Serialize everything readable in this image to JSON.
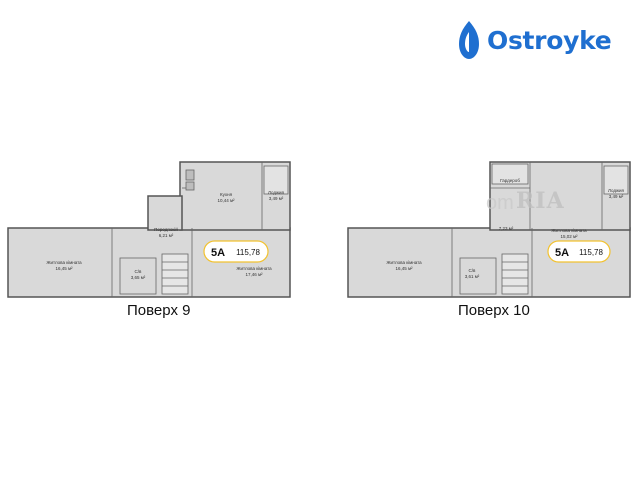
{
  "brand": {
    "name": "Ostroyke",
    "color": "#1f6fd0"
  },
  "floors": [
    {
      "caption": "Поверх 9",
      "badge": {
        "code": "5А",
        "area": "115,78"
      },
      "rooms": [
        {
          "label": "Кухня",
          "area": "10,44 м²"
        },
        {
          "label": "Лоджия",
          "area": "3,49 м²"
        },
        {
          "label": "Передпокій",
          "area": "6,21 м²"
        },
        {
          "label": "Житлова кімната",
          "area": "16,45 м²"
        },
        {
          "label": "С/в",
          "area": "3,65 м²"
        },
        {
          "label": "Житлова кімната",
          "area": "17,46 м²"
        }
      ]
    },
    {
      "caption": "Поверх 10",
      "badge": {
        "code": "5А",
        "area": "115,78"
      },
      "rooms": [
        {
          "label": "Гардероб",
          "area": ""
        },
        {
          "label": "Лоджия",
          "area": "3,49 м²"
        },
        {
          "label": "",
          "area": "7,23 м²"
        },
        {
          "label": "Житлова кімната",
          "area": "15,02 м²"
        },
        {
          "label": "Житлова кімната",
          "area": "16,45 м²"
        },
        {
          "label": "С/в",
          "area": "3,61 м²"
        }
      ]
    }
  ],
  "watermark": {
    "left": "om",
    "right": "RIA"
  },
  "colors": {
    "fill": "#d9d9d9",
    "inner": "#c4c4c4",
    "wall": "#555555",
    "badge_bg": "#ffffff",
    "badge_border": "#f2c230"
  }
}
